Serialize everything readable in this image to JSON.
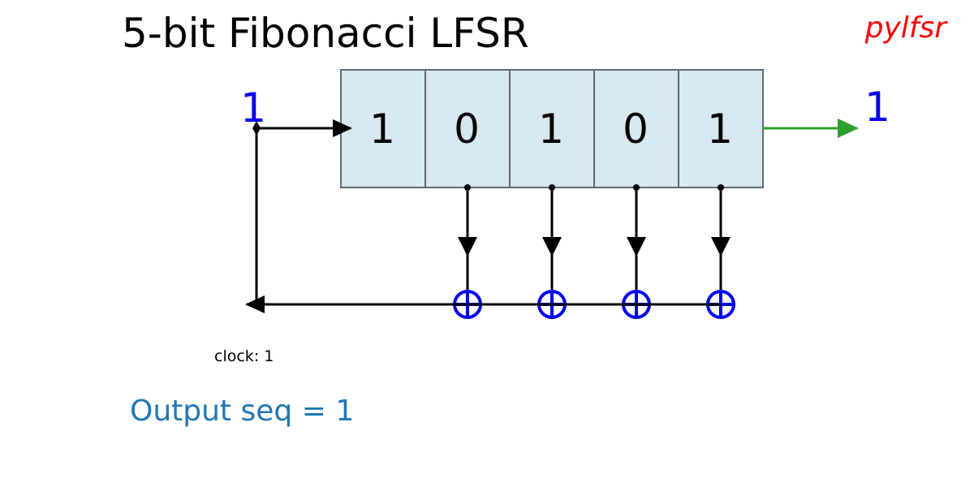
{
  "title": "5-bit Fibonacci LFSR",
  "brand": "pylfsr",
  "register": {
    "bits": [
      "1",
      "0",
      "1",
      "0",
      "1"
    ],
    "taps": [
      1,
      2,
      3,
      4
    ]
  },
  "feedback_bit": "1",
  "output_bit": "1",
  "clock": {
    "label": "clock:",
    "value": "1"
  },
  "output_seq": {
    "label": "Output seq =",
    "value": "1"
  },
  "xor_symbol": "⊕",
  "colors": {
    "cell_fill": "#d7e8f1",
    "cell_stroke": "#5f6a70",
    "feedback_color": "#0000ee",
    "output_arrow": "#2ca02c",
    "output_seq_text": "#1f77b4",
    "brand": "#ff0000",
    "wire": "#000000"
  }
}
